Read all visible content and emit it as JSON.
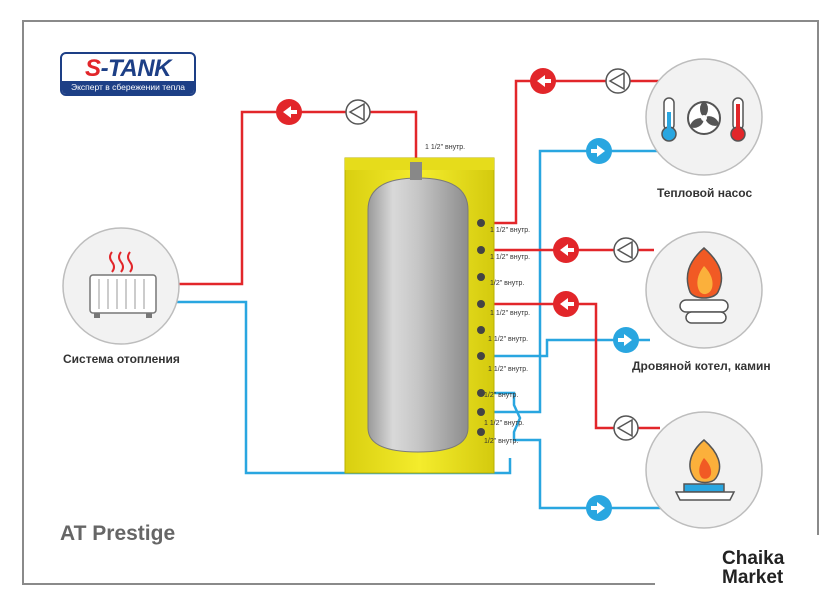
{
  "logo": {
    "brand_s": "S",
    "brand_rest": "-TANK",
    "tagline": "Эксперт в сбережении тепла"
  },
  "labels": {
    "heating": "Система отопления",
    "heat_pump": "Тепловой насос",
    "wood_boiler": "Дровяной котел, камин",
    "model": "AT Prestige"
  },
  "pipes": {
    "top": "1 1/2\" внутр.",
    "p1": "1 1/2\" внутр.",
    "p2": "1 1/2\" внутр.",
    "p3": "1/2\" внутр.",
    "p4": "1 1/2\" внутр.",
    "p5": "1 1/2\" внутр.",
    "p6": "1 1/2\" внутр.",
    "p7": "1/2\" внутр.",
    "p8": "1 1/2\" внутр.",
    "p9": "1/2\" внутр."
  },
  "badge": {
    "line1": "Chaika",
    "line2": "Market"
  },
  "colors": {
    "hot": "#e2262a",
    "cold": "#29a6e0",
    "insulation": "#f2ea25",
    "brand": "#1d3f86"
  }
}
